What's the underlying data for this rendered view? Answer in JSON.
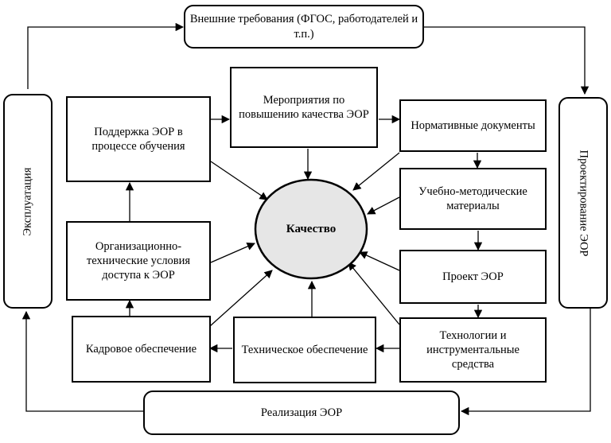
{
  "nodes": {
    "external": "Внешние требования (ФГОС, работодателей и т.п.)",
    "exploitation": "Эксплуатация",
    "design": "Проектирование ЭОР",
    "implementation": "Реализация ЭОР",
    "support": "Поддержка ЭОР в процессе обучения",
    "measures": "Мероприятия по повышению качества ЭОР",
    "normative": "Нормативные документы",
    "methodical": "Учебно-методические материалы",
    "project": "Проект ЭОР",
    "technologies": "Технологии и инструментальные средства",
    "organizational": "Организационно-технические условия доступа к ЭОР",
    "personnel": "Кадровое обеспечение",
    "technical": "Техническое обеспечение",
    "quality": "Качество"
  }
}
